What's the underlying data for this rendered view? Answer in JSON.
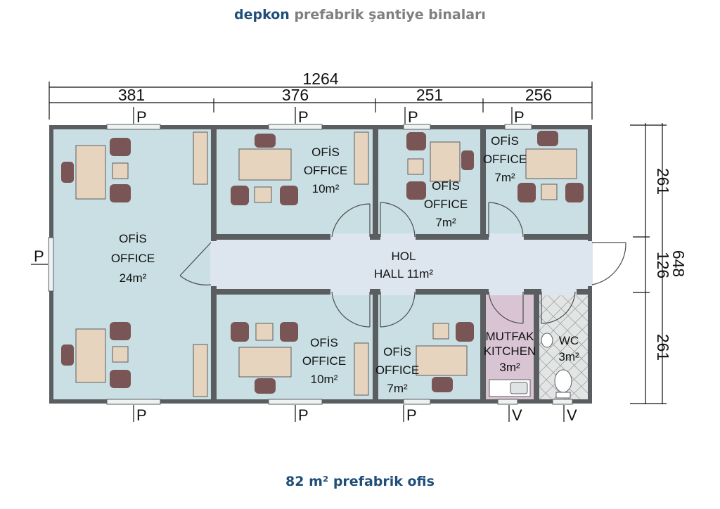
{
  "header": {
    "brand": "depkon",
    "subtitle": "prefabrik şantiye binaları"
  },
  "footer": {
    "caption": "82 m² prefabrik ofis"
  },
  "dimensions": {
    "total_width": "1264",
    "segments": [
      "381",
      "376",
      "251",
      "256"
    ],
    "total_depth": "648",
    "depth_segments": [
      "261",
      "126",
      "261"
    ]
  },
  "rooms": {
    "office_large": {
      "l1": "OFİS",
      "l2": "OFFICE",
      "l3": "24m²"
    },
    "office_top_a": {
      "l1": "OFİS",
      "l2": "OFFICE",
      "l3": "10m²"
    },
    "office_top_b": {
      "l1": "OFİS",
      "l2": "OFFICE",
      "l3": "7m²"
    },
    "office_top_c": {
      "l1": "OFİS",
      "l2": "OFFICE",
      "l3": "7m²"
    },
    "hall": {
      "l1": "HOL",
      "l2": "HALL 11m²"
    },
    "office_bot_a": {
      "l1": "OFİS",
      "l2": "OFFICE",
      "l3": "10m²"
    },
    "office_bot_b": {
      "l1": "OFİS",
      "l2": "OFFICE",
      "l3": "7m²"
    },
    "kitchen": {
      "l1": "MUTFAK",
      "l2": "KITCHEN",
      "l3": "3m²"
    },
    "wc": {
      "l1": "WC",
      "l2": "3m²"
    }
  },
  "window_marks": {
    "p": "P",
    "v": "V"
  },
  "colors": {
    "wall": "#5b5e60",
    "office_fill": "#c9dfe3",
    "hall_fill": "#dde6ee",
    "kitchen_fill": "#d9c4d3",
    "wc_fill": "#e3e5e5",
    "table_fill": "#e7d4bf",
    "chair_fill": "#7a5555",
    "brand": "#1f4e79"
  }
}
